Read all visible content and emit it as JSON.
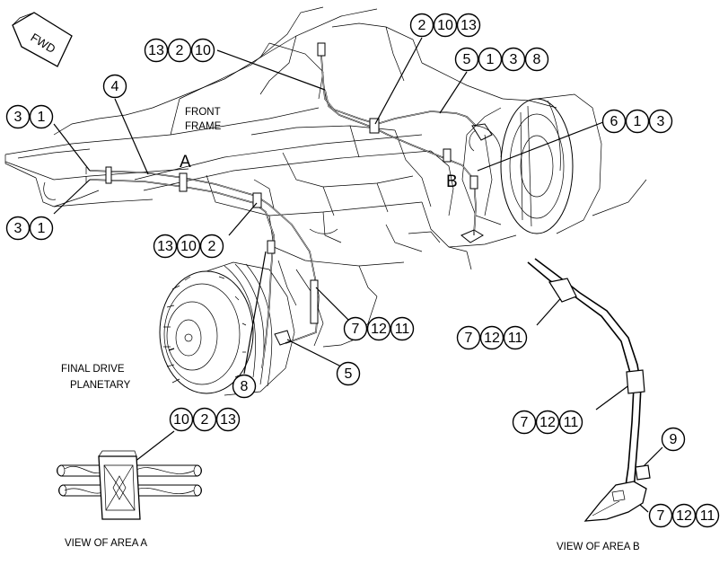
{
  "direction_tag": "FWD",
  "labels": {
    "front_frame_line1": "FRONT",
    "front_frame_line2": "FRAME",
    "final_drive_line1": "FINAL DRIVE",
    "final_drive_line2": "PLANETARY",
    "area_a_letter": "A",
    "area_b_letter": "B",
    "view_area_a": "VIEW OF AREA A",
    "view_area_b": "VIEW OF AREA B"
  },
  "callouts": {
    "top_13_2_10": [
      "13",
      "2",
      "10"
    ],
    "top_2_10_13": [
      "2",
      "10",
      "13"
    ],
    "top_5_1_3_8": [
      "5",
      "1",
      "3",
      "8"
    ],
    "right_6_1_3": [
      "6",
      "1",
      "3"
    ],
    "left_3_1_upper": [
      "3",
      "1"
    ],
    "left_3_1_lower": [
      "3",
      "1"
    ],
    "item_4": [
      "4"
    ],
    "mid_13_10_2": [
      "13",
      "10",
      "2"
    ],
    "mid_7_12_11": [
      "7",
      "12",
      "11"
    ],
    "item_5": [
      "5"
    ],
    "item_8": [
      "8"
    ],
    "area_a_10_2_13": [
      "10",
      "2",
      "13"
    ],
    "area_b_7_12_11_top": [
      "7",
      "12",
      "11"
    ],
    "area_b_7_12_11_mid": [
      "7",
      "12",
      "11"
    ],
    "area_b_9": [
      "9"
    ],
    "area_b_7_12_11_bottom": [
      "7",
      "12",
      "11"
    ]
  }
}
